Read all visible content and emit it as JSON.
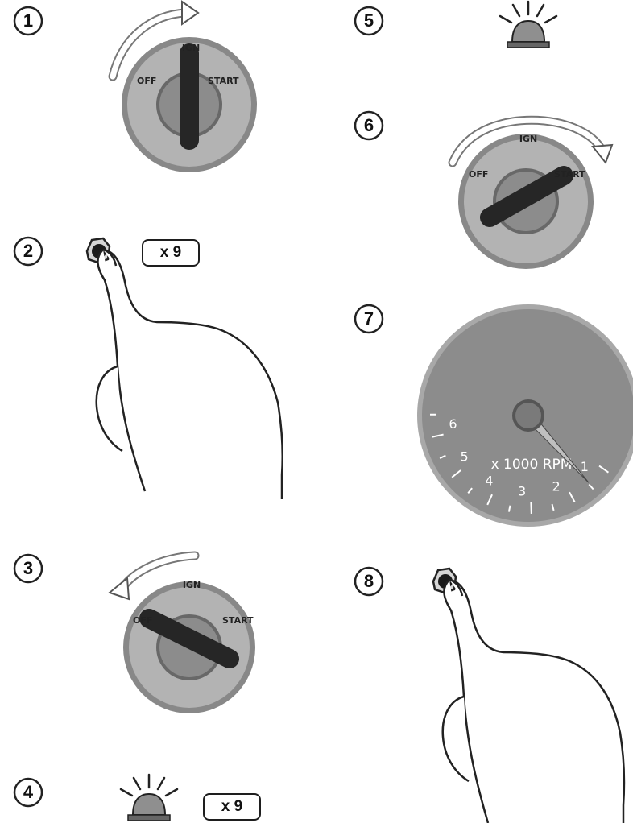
{
  "steps": [
    {
      "number": "1"
    },
    {
      "number": "2"
    },
    {
      "number": "3"
    },
    {
      "number": "4"
    },
    {
      "number": "5"
    },
    {
      "number": "6"
    },
    {
      "number": "7"
    },
    {
      "number": "8"
    }
  ],
  "switch_labels": {
    "off": "OFF",
    "ign": "IGN",
    "start": "START"
  },
  "repeat_count": "x 9",
  "gauge": {
    "unit": "x 1000 RPM",
    "ticks": [
      "1",
      "2",
      "3",
      "4",
      "5",
      "6"
    ],
    "needle_value": 1
  },
  "colors": {
    "dial_face": "#b3b3b3",
    "dial_ring": "#888888",
    "knob": "#262626",
    "lamp": "#8f8f8f",
    "gauge_face": "#8c8c8c"
  },
  "icons": [
    "rotate-cw-arrow-icon",
    "rotate-ccw-arrow-icon",
    "finger-press-icon",
    "warning-lamp-icon"
  ]
}
